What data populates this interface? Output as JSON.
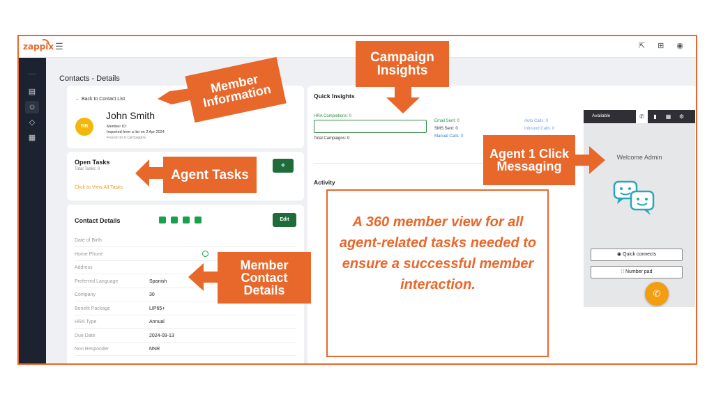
{
  "app": {
    "logo": "zappix",
    "page_title": "Contacts - Details",
    "top_icons": [
      "expand-icon",
      "apps-icon",
      "account-icon"
    ],
    "sidebar_icons": [
      "divider",
      "document-icon",
      "contacts-icon",
      "tag-icon",
      "report-icon"
    ]
  },
  "member": {
    "back_link": "← Back to Contact List",
    "initials": "GB",
    "name": "John Smith",
    "member_id_label": "Member ID:",
    "imported": "Imported from a list on 2 Apr 2024",
    "found_on": "Found on 0 campaigns"
  },
  "open_tasks": {
    "title": "Open Tasks",
    "total": "Total Tasks: 0",
    "link": "Click to View All Tasks",
    "add_label": "+"
  },
  "contact_details": {
    "title": "Contact Details",
    "edit_label": "Edit",
    "icons": [
      "chat-icon",
      "phone-icon",
      "email-icon",
      "briefcase-icon"
    ],
    "rows": [
      {
        "label": "Date of Birth",
        "value": ""
      },
      {
        "label": "Home Phone",
        "value": ""
      },
      {
        "label": "Address",
        "value": ""
      },
      {
        "label": "Preferred Language",
        "value": "Spanish"
      },
      {
        "label": "Company",
        "value": "30"
      },
      {
        "label": "Benefit Package",
        "value": "LIP65+"
      },
      {
        "label": "HRA Type",
        "value": "Annual"
      },
      {
        "label": "Due Date",
        "value": "2024-09-13"
      },
      {
        "label": "Non Responder",
        "value": "NNR"
      }
    ]
  },
  "quick_insights": {
    "title": "Quick Insights",
    "hra_completions": "HRA Completions: 0",
    "total_campaigns": "Total Campaigns: 0",
    "email_sent": "Email Sent: 0",
    "sms_sent": "SMS Sent: 0",
    "manual_calls": "Manual Calls: 0",
    "auto_calls": "Auto Calls: 0",
    "inbound_calls": "Inbound Calls: 0",
    "activity_title": "Activity"
  },
  "contact_center": {
    "status": "Available",
    "tabs": [
      "phone-icon",
      "chat-icon",
      "clipboard-icon",
      "gear-icon"
    ],
    "welcome": "Welcome Admin",
    "quick_connects": "Quick connects",
    "number_pad": "Number pad"
  },
  "callouts": {
    "member_info": "Member\nInformation",
    "campaign_insights": "Campaign\nInsights",
    "agent_tasks": "Agent Tasks",
    "agent_messaging": "Agent 1 Click\nMessaging",
    "member_contact": "Member\nContact\nDetails",
    "tagline": "A 360 member view for all agent-related tasks needed to ensure a successful member interaction."
  },
  "colors": {
    "accent": "#e8672a",
    "sidebar": "#1d2230",
    "green": "#19a04b",
    "button_green": "#1f6b3a",
    "avatar": "#f2b70a",
    "link_orange": "#e8a020",
    "blue": "#2f7ad6"
  }
}
